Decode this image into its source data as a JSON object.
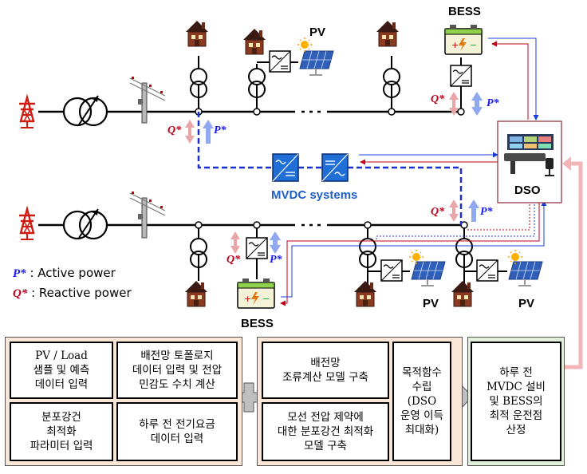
{
  "labels": {
    "bess_top": "BESS",
    "pv_top": "PV",
    "mvdc": "MVDC systems",
    "dso": "DSO",
    "bess_bottom": "BESS",
    "pv_bottom_1": "PV",
    "pv_bottom_2": "PV",
    "p_star": "P*",
    "q_star": "Q*"
  },
  "legend": {
    "p_symbol": "P*",
    "p_text": " : Active power",
    "q_symbol": "Q*",
    "q_text": " : Reactive power"
  },
  "flow": {
    "box1": "PV / Load\n샘플 및 예측\n데이터 입력",
    "box2": "배전망 토폴로지\n데이터 입력 및 전압\n민감도 수치 계산",
    "box3": "분포강건\n최적화\n파라미터 입력",
    "box4": "하루 전 전기요금\n데이터 입력",
    "box5": "배전망\n조류계산 모델 구축",
    "box6": "모선 전압 제약에\n대한 분포강건 최적화\n모델 구축",
    "box7": "목적함수\n수립\n(DSO\n운영 이득\n최대화)",
    "box8": "하루 전\nMVDC 설비\n및 BESS의\n최적 운전점\n산정"
  },
  "colors": {
    "p_color": "#1a1aee",
    "q_color": "#c0001a",
    "p_arrow": "#8fa8f0",
    "q_arrow": "#e8a6a8",
    "mvdc_blue": "#1f6fd6",
    "panel_fill": "#fbe6d8",
    "panel_green": "#e2efda",
    "return_arrow": "#f2b6b8"
  }
}
